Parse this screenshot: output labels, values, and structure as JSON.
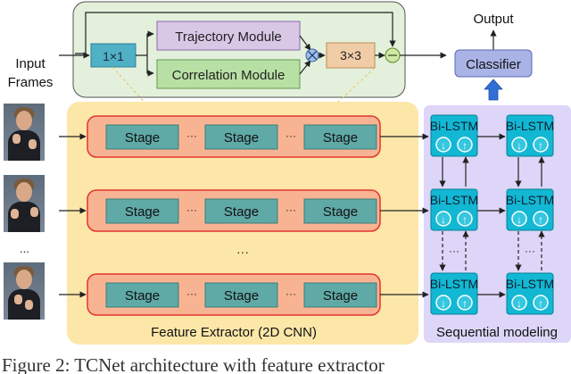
{
  "labels": {
    "input_frames_line1": "Input",
    "input_frames_line2": "Frames",
    "output": "Output",
    "classifier": "Classifier",
    "one_by_one": "1×1",
    "trajectory_module": "Trajectory Module",
    "correlation_module": "Correlation Module",
    "three_by_three": "3×3",
    "stage": "Stage",
    "dots": "···",
    "vdots": "...",
    "bilstm": "Bi-LSTM",
    "arrow_down": "↓",
    "arrow_up": "↑",
    "feature_extractor": "Feature Extractor (2D CNN)",
    "sequential_modeling": "Sequential modeling"
  },
  "caption": "Figure 2: TCNet architecture with feature extractor",
  "colors": {
    "module_panel": "#e3f0dc",
    "trajectory_fill": "#d9c7e6",
    "correlation_fill": "#b9e0a4",
    "conv_fill": "#4fb0c6",
    "conv3_fill": "#f1cda7",
    "extractor_fill": "#fce7a9",
    "stage_row_fill": "#f8b492",
    "stage_row_border": "#e3342f",
    "stage_fill": "#5fa9a6",
    "seq_fill": "#ddd6f8",
    "lstm_fill": "#12b7d3",
    "classifier_fill": "#a9b3e6",
    "arrow_blue": "#2f6fd6"
  }
}
